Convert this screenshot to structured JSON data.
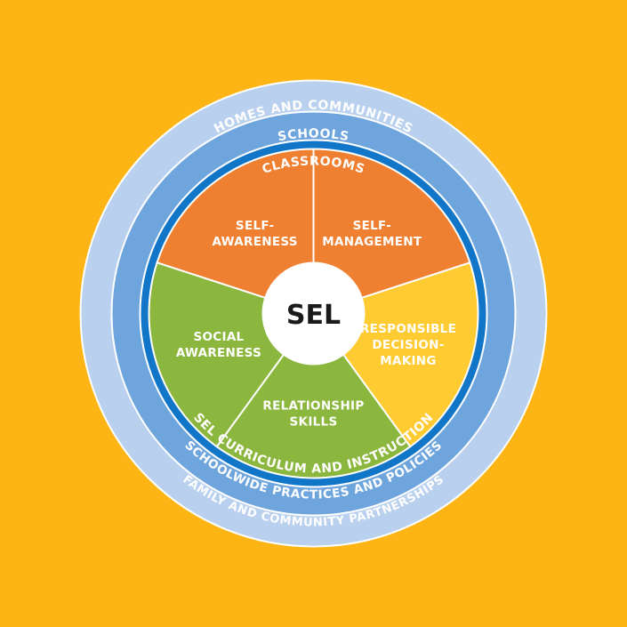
{
  "colors": {
    "background": "#FDB515",
    "outer_ring": "#B9D1EE",
    "middle_ring": "#6FA5DD",
    "inner_ring": "#1176C8",
    "orange": "#EF8031",
    "green": "#8CB73F",
    "yellow": "#FECB33",
    "center": "#ffffff"
  },
  "center": {
    "label": "SEL"
  },
  "rings": {
    "outer": {
      "top": "HOMES AND COMMUNITIES",
      "bottom": "FAMILY AND COMMUNITY PARTNERSHIPS"
    },
    "middle": {
      "top": "SCHOOLS",
      "bottom": "SCHOOLWIDE PRACTICES AND POLICIES"
    },
    "inner": {
      "top": "CLASSROOMS",
      "bottom": "SEL CURRICULUM AND INSTRUCTION"
    }
  },
  "segments": [
    {
      "lines": [
        "SELF-",
        "AWARENESS"
      ],
      "color": "orange"
    },
    {
      "lines": [
        "SELF-",
        "MANAGEMENT"
      ],
      "color": "orange"
    },
    {
      "lines": [
        "RESPONSIBLE",
        "DECISION-",
        "MAKING"
      ],
      "color": "yellow"
    },
    {
      "lines": [
        "RELATIONSHIP",
        "SKILLS"
      ],
      "color": "green"
    },
    {
      "lines": [
        "SOCIAL",
        "AWARENESS"
      ],
      "color": "green"
    }
  ]
}
